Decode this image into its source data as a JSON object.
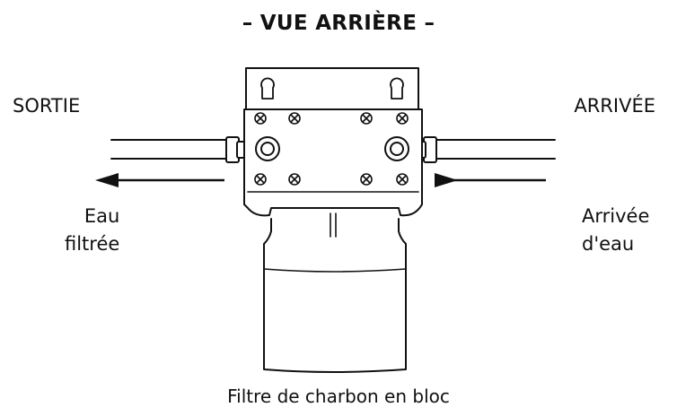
{
  "title": "– VUE ARRIÈRE –",
  "outlet": {
    "label": "SORTIE",
    "description_line1": "Eau",
    "description_line2": "filtrée"
  },
  "inlet": {
    "label": "ARRIVÉE",
    "description_line1": "Arrivée",
    "description_line2": "d'eau"
  },
  "caption": "Filtre de charbon en bloc",
  "colors": {
    "ink": "#111111",
    "background": "#ffffff"
  }
}
